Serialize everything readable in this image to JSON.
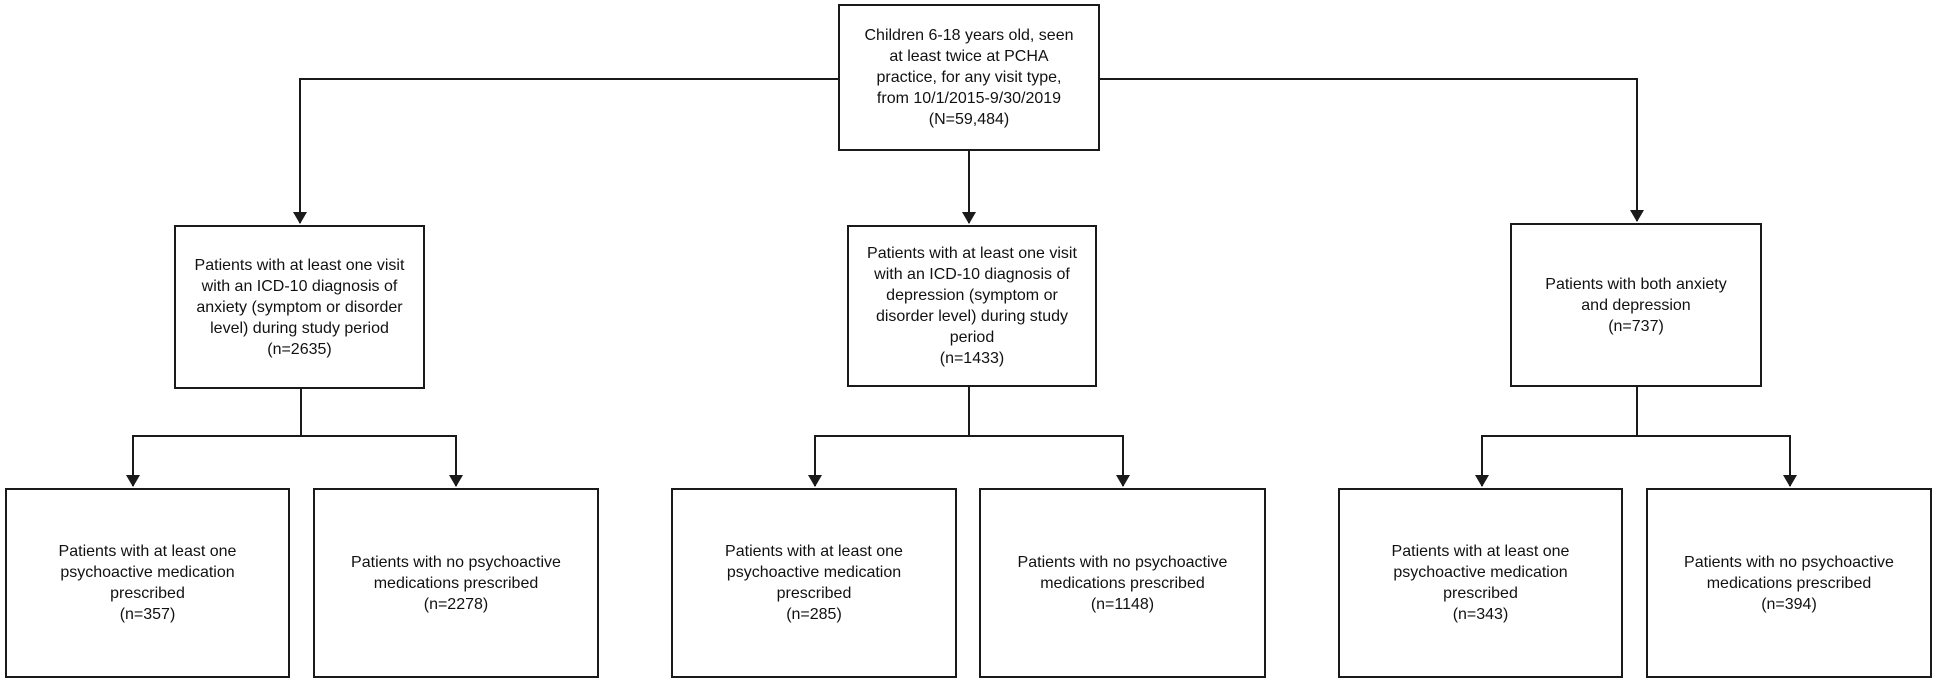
{
  "colors": {
    "line": "#1a1a1a",
    "text": "#111111",
    "background": "#ffffff"
  },
  "boxes": {
    "root": {
      "text": "Children 6-18 years old, seen\nat least twice at PCHA\npractice, for any visit type,\nfrom 10/1/2015-9/30/2019\n(N=59,484)"
    },
    "anxiety": {
      "text": "Patients with at least one visit\nwith an ICD-10 diagnosis of\nanxiety (symptom or disorder\nlevel) during study period\n(n=2635)"
    },
    "depression": {
      "text": "Patients with at least one visit\nwith an ICD-10 diagnosis of\ndepression (symptom or\ndisorder level) during study\nperiod\n(n=1433)"
    },
    "both": {
      "text": "Patients with both anxiety\nand depression\n(n=737)"
    },
    "anxiety_med": {
      "text": "Patients with at least one\npsychoactive medication\nprescribed\n(n=357)"
    },
    "anxiety_nomed": {
      "text": "Patients with no psychoactive\nmedications prescribed\n(n=2278)"
    },
    "depression_med": {
      "text": "Patients with at least one\npsychoactive medication\nprescribed\n(n=285)"
    },
    "depression_nomed": {
      "text": "Patients with no psychoactive\nmedications prescribed\n(n=1148)"
    },
    "both_med": {
      "text": "Patients with at least one\npsychoactive medication\nprescribed\n(n=343)"
    },
    "both_nomed": {
      "text": "Patients with no psychoactive\nmedications prescribed\n(n=394)"
    }
  }
}
